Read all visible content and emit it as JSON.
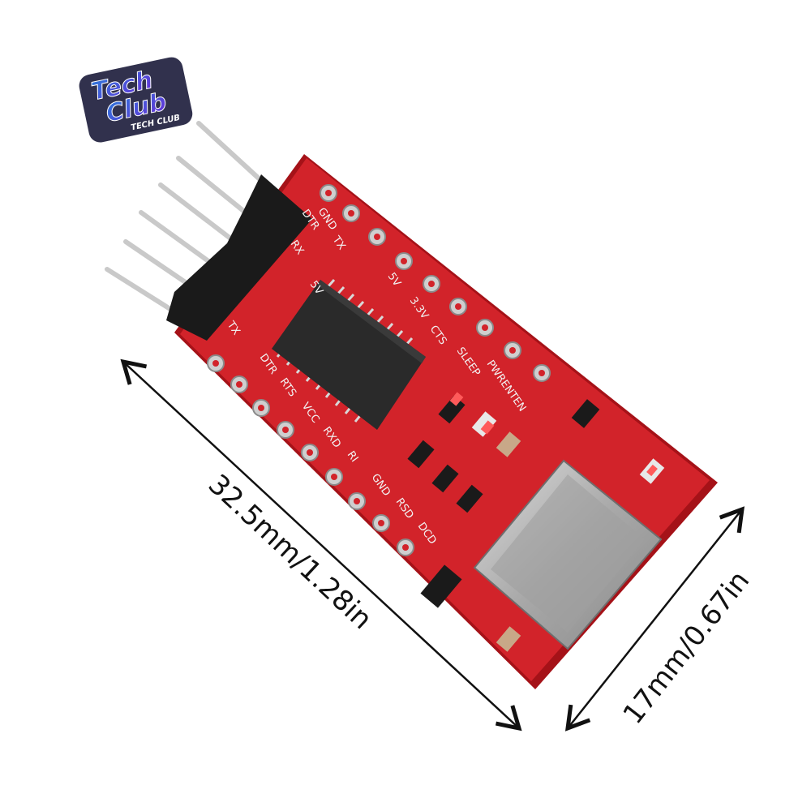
{
  "logo": {
    "line1": "Tech",
    "line2": "Club",
    "tagline": "TECH CLUB"
  },
  "dimensions": {
    "length": "32.5mm/1.28in",
    "width": "17mm/0.67in"
  },
  "board": {
    "top_pin_labels": [
      "GND",
      "DTR",
      "RX",
      "TX",
      "5V",
      "3.3V",
      "CTS",
      "SLEEP",
      "PWRENTEN"
    ],
    "bottom_pin_labels": [
      "DTR",
      "RTS",
      "VCC",
      "RXD",
      "RI",
      "GND",
      "RSD",
      "DCD"
    ],
    "header_labels": [
      "TX",
      "5V"
    ]
  },
  "colors": {
    "pcb": "#d2232a",
    "pcb_edge": "#a51218",
    "header": "#1a1a1a",
    "pins": "#c9c9c9",
    "chip": "#2a2a2a",
    "usb": "#b8b8b8",
    "logo_purple": "#6b2bd9",
    "logo_blue": "#2b7bd9"
  }
}
